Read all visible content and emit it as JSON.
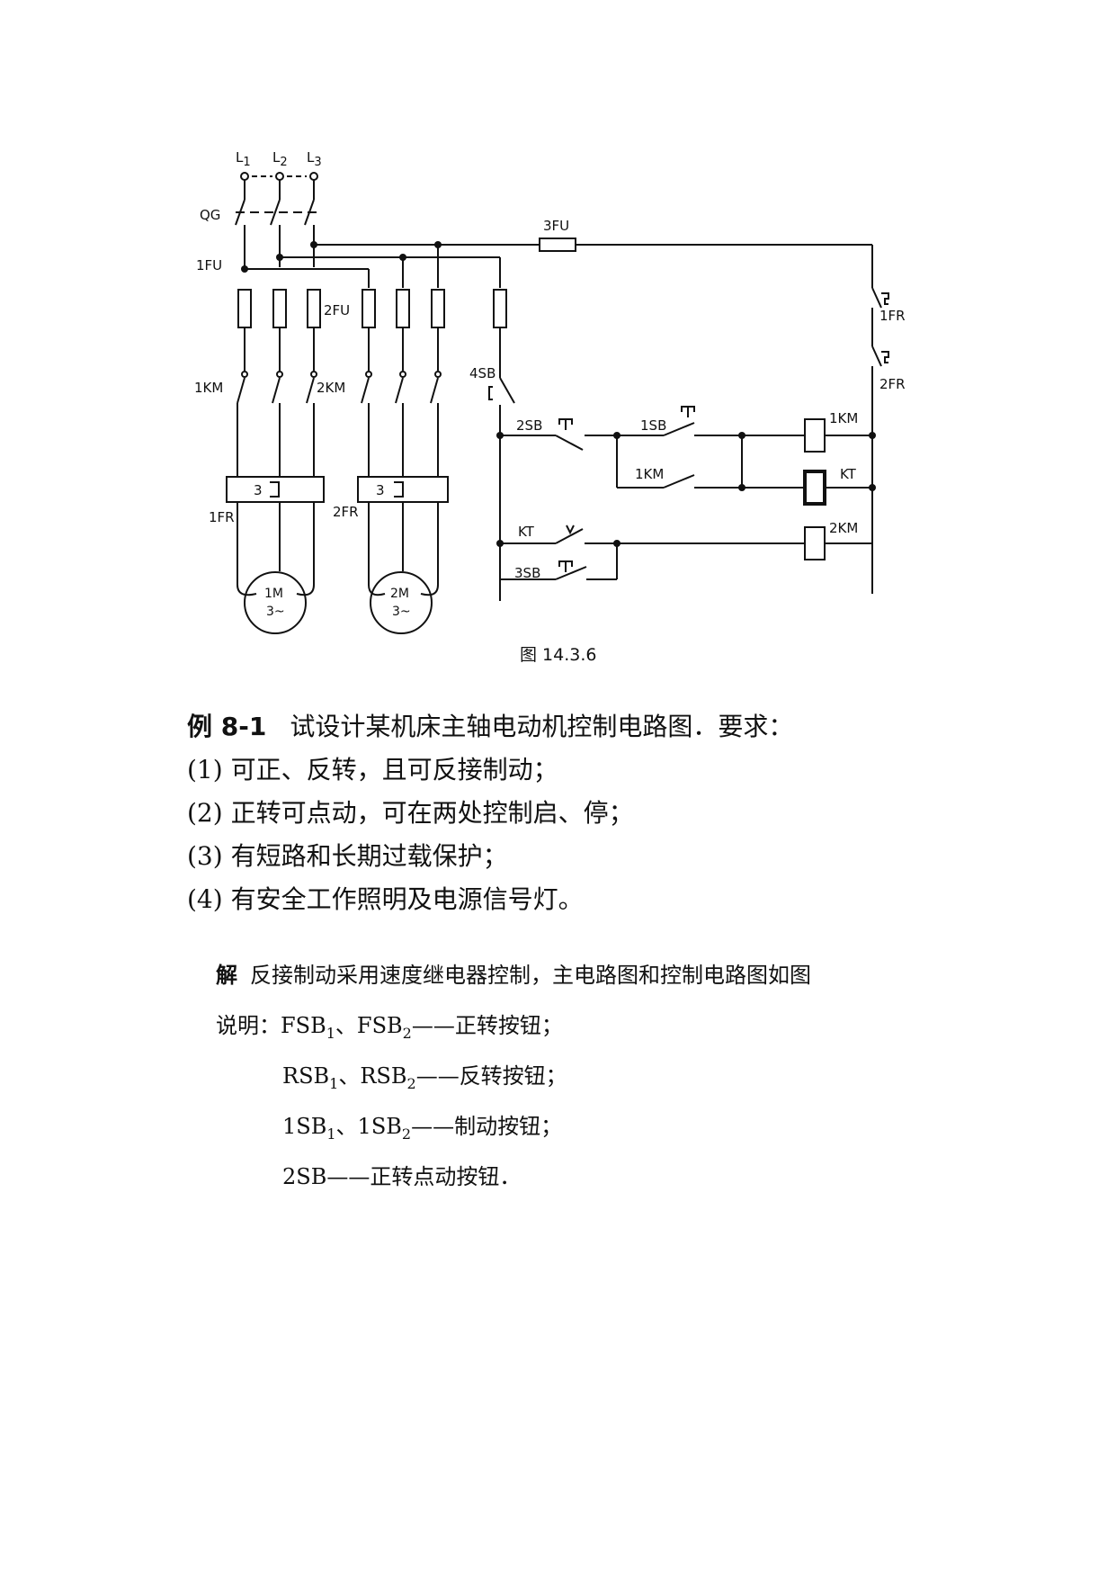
{
  "circuit": {
    "labels": {
      "L1": "L",
      "L2": "L",
      "L3": "L",
      "QG": "QG",
      "FU1": "1FU",
      "FU2": "2FU",
      "FU3": "3FU",
      "KM1_main": "1KM",
      "KM2_main": "2KM",
      "FR1_main": "1FR",
      "FR2_main": "2FR",
      "FR1_ctrl": "1FR",
      "FR2_ctrl": "2FR",
      "SB4": "4SB",
      "SB2": "2SB",
      "SB1": "1SB",
      "SB3": "3SB",
      "KM1_contact": "1KM",
      "KT_contact": "KT",
      "coil_1KM": "1KM",
      "coil_KT": "KT",
      "coil_2KM": "2KM",
      "heater_1": "3",
      "heater_2": "3",
      "motor1_line1": "1M",
      "motor1_line2": "3~",
      "motor2_line1": "2M",
      "motor2_line2": "3~"
    },
    "subscripts": {
      "L1": "1",
      "L2": "2",
      "L3": "3"
    },
    "caption": "图 14.3.6"
  },
  "problem": {
    "label": "例 8-1",
    "title": "试设计某机床主轴电动机控制电路图．要求：",
    "items": [
      "(1) 可正、反转，且可反接制动；",
      "(2) 正转可点动，可在两处控制启、停；",
      "(3) 有短路和长期过载保护；",
      "(4) 有安全工作照明及电源信号灯。"
    ]
  },
  "solution": {
    "label": "解",
    "text": "反接制动采用速度继电器控制，主电路图和控制电路图如图",
    "explain_label": "说明：",
    "rows": [
      {
        "a": "FSB",
        "a_sub": "1",
        "sep": "、",
        "b": "FSB",
        "b_sub": "2",
        "desc": "——正转按钮；"
      },
      {
        "a": "RSB",
        "a_sub": "1",
        "sep": "、",
        "b": "RSB",
        "b_sub": "2",
        "desc": "——反转按钮；"
      },
      {
        "a": "1SB",
        "a_sub": "1",
        "sep": "、",
        "b": "1SB",
        "b_sub": "2",
        "desc": "——制动按钮；"
      }
    ],
    "last": "2SB——正转点动按钮．"
  }
}
